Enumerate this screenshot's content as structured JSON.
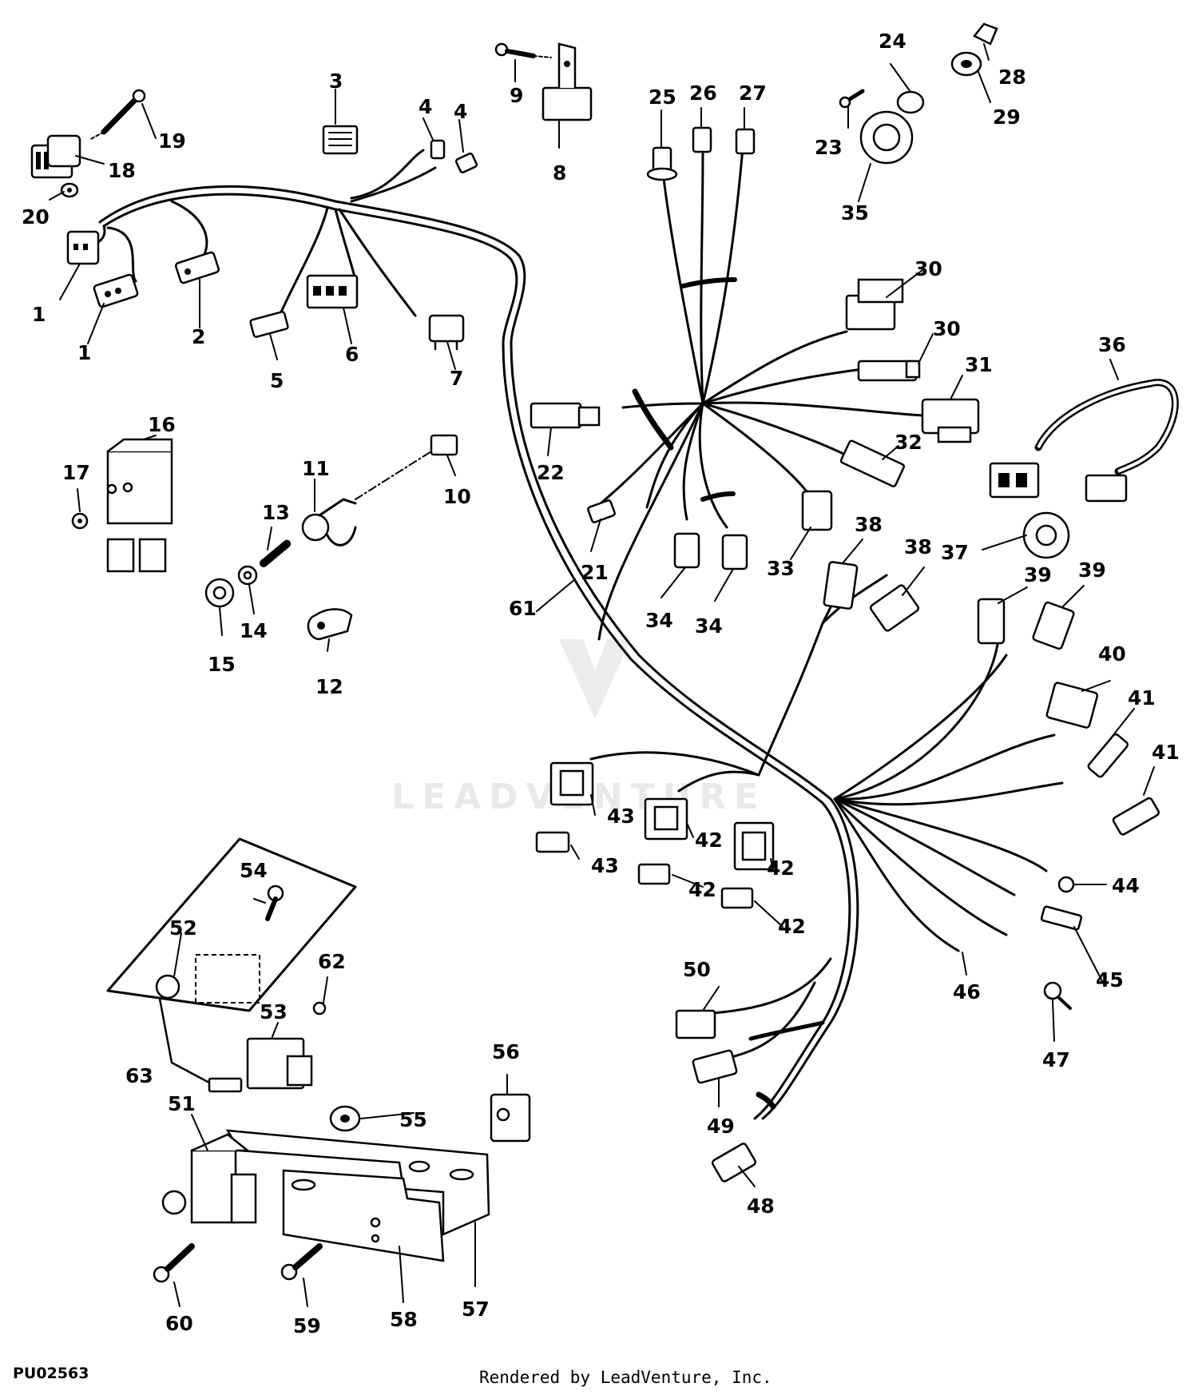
{
  "diagram_code": "PU02563",
  "credit": "Rendered by LeadVenture, Inc.",
  "watermark": "LEADVENTURE",
  "callouts": [
    "1",
    "1",
    "2",
    "3",
    "4",
    "4",
    "5",
    "6",
    "7",
    "8",
    "9",
    "10",
    "11",
    "12",
    "13",
    "14",
    "15",
    "16",
    "17",
    "18",
    "19",
    "20",
    "21",
    "22",
    "23",
    "24",
    "25",
    "26",
    "27",
    "28",
    "29",
    "30",
    "30",
    "31",
    "32",
    "33",
    "34",
    "34",
    "35",
    "36",
    "37",
    "38",
    "38",
    "39",
    "39",
    "40",
    "41",
    "41",
    "42",
    "42",
    "42",
    "42",
    "43",
    "43",
    "44",
    "45",
    "46",
    "47",
    "48",
    "49",
    "50",
    "51",
    "52",
    "53",
    "54",
    "55",
    "56",
    "57",
    "58",
    "59",
    "60",
    "61",
    "62",
    "63"
  ]
}
